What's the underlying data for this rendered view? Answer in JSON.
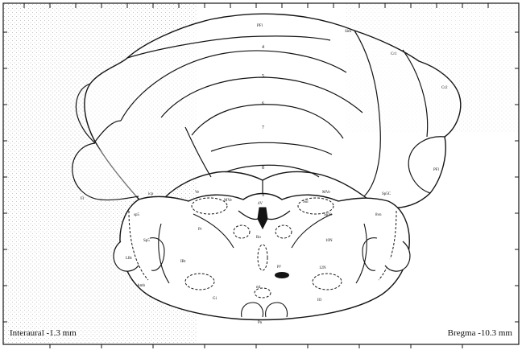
{
  "figure": {
    "colors": {
      "background": "#ffffff",
      "stipple": "#9a9a9a",
      "outline": "#141414"
    },
    "captions": {
      "left": "Interaural -1.3 mm",
      "right": "Bregma -10.3 mm"
    },
    "cerebellum_labels": {
      "top": "PFl",
      "upper_right": "Sim",
      "right_1": "Cr1",
      "right_2": "Cr2",
      "far_right": "PFl",
      "left_lower": "Fl",
      "lobule_4": "4",
      "lobule_5": "5",
      "lobule_6": "6",
      "lobule_7": "7",
      "lobule_8": "8",
      "lobule_9": "9"
    },
    "brainstem_labels": {
      "l1": "icp",
      "l2": "sp5",
      "l3": "Sp5",
      "l4": "Ve",
      "l5": "MVe",
      "l6": "Pr",
      "l7": "IRt",
      "l8": "Gi",
      "l9": "Amb",
      "l10": "LRt",
      "r1": "Sp5C",
      "r2": "8vn",
      "r3": "MVe",
      "r4": "SpVe",
      "r5": "Sol",
      "r6": "10N",
      "r7": "12N",
      "r8": "IO",
      "m1": "4V",
      "m2": "Ro",
      "m3": "py",
      "m4": "ml",
      "m5": "Pn"
    }
  }
}
